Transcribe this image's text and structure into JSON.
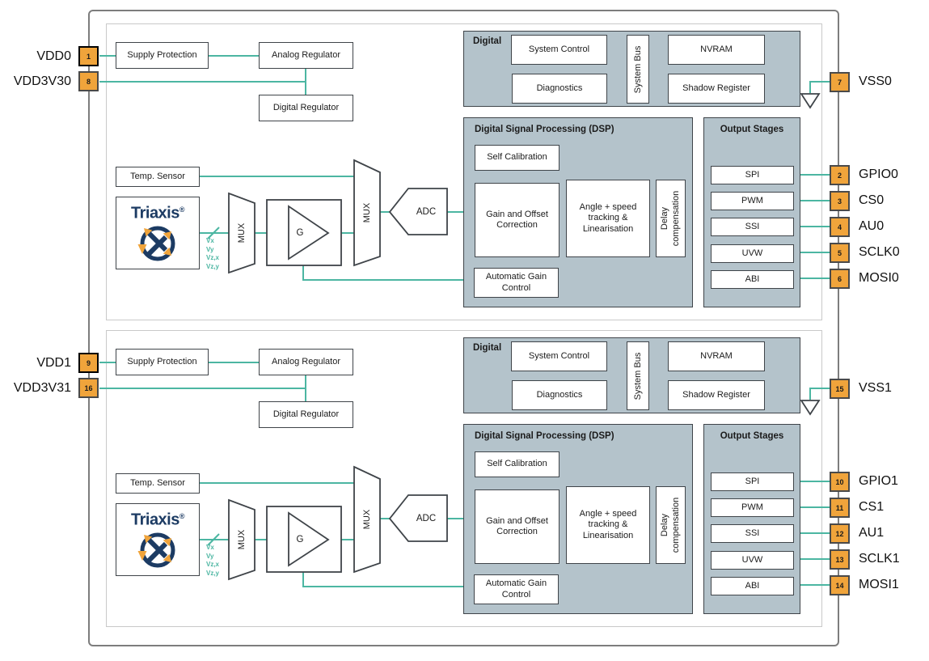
{
  "colors": {
    "wire_teal": "#4cb6a2",
    "pin_orange": "#f0a43b",
    "block_fill": "#b4c3cb",
    "brand_navy": "#1c3b63",
    "border_dark": "#3f4449"
  },
  "dies": [
    {
      "name": "die-0",
      "left_pins": [
        {
          "number": "1",
          "label": "VDD0"
        },
        {
          "number": "8",
          "label": "VDD3V30"
        }
      ],
      "right_pins": [
        {
          "number": "7",
          "label": "VSS0"
        },
        {
          "number": "2",
          "label": "GPIO0"
        },
        {
          "number": "3",
          "label": "CS0"
        },
        {
          "number": "4",
          "label": "AU0"
        },
        {
          "number": "5",
          "label": "SCLK0"
        },
        {
          "number": "6",
          "label": "MOSI0"
        }
      ],
      "blocks": {
        "supply_protection": "Supply Protection",
        "analog_regulator": "Analog Regulator",
        "digital_regulator": "Digital Regulator",
        "temp_sensor": "Temp. Sensor",
        "triaxis": "Triaxis",
        "triaxis_reg": "®",
        "mux_front": "MUX",
        "gain": "G",
        "mux_adc": "MUX",
        "adc": "ADC",
        "digital_title": "Digital",
        "system_control": "System Control",
        "diagnostics": "Diagnostics",
        "system_bus": "System Bus",
        "nvram": "NVRAM",
        "shadow_register": "Shadow Register",
        "dsp_title": "Digital Signal Processing (DSP)",
        "self_calibration": "Self Calibration",
        "gain_offset": "Gain and Offset Correction",
        "angle_tracking": "Angle + speed tracking & Linearisation",
        "delay_line1": "Delay",
        "delay_line2": "compensation",
        "agc": "Automatic Gain Control",
        "output_title": "Output Stages",
        "outputs": [
          "SPI",
          "PWM",
          "SSI",
          "UVW",
          "ABI"
        ],
        "signals": [
          "Vx",
          "Vy",
          "Vz,x",
          "Vz,y"
        ]
      }
    },
    {
      "name": "die-1",
      "left_pins": [
        {
          "number": "9",
          "label": "VDD1"
        },
        {
          "number": "16",
          "label": "VDD3V31"
        }
      ],
      "right_pins": [
        {
          "number": "15",
          "label": "VSS1"
        },
        {
          "number": "10",
          "label": "GPIO1"
        },
        {
          "number": "11",
          "label": "CS1"
        },
        {
          "number": "12",
          "label": "AU1"
        },
        {
          "number": "13",
          "label": "SCLK1"
        },
        {
          "number": "14",
          "label": "MOSI1"
        }
      ],
      "blocks": {
        "supply_protection": "Supply Protection",
        "analog_regulator": "Analog Regulator",
        "digital_regulator": "Digital Regulator",
        "temp_sensor": "Temp. Sensor",
        "triaxis": "Triaxis",
        "triaxis_reg": "®",
        "mux_front": "MUX",
        "gain": "G",
        "mux_adc": "MUX",
        "adc": "ADC",
        "digital_title": "Digital",
        "system_control": "System Control",
        "diagnostics": "Diagnostics",
        "system_bus": "System Bus",
        "nvram": "NVRAM",
        "shadow_register": "Shadow Register",
        "dsp_title": "Digital Signal Processing (DSP)",
        "self_calibration": "Self Calibration",
        "gain_offset": "Gain and Offset Correction",
        "angle_tracking": "Angle + speed tracking & Linearisation",
        "delay_line1": "Delay",
        "delay_line2": "compensation",
        "agc": "Automatic Gain Control",
        "output_title": "Output Stages",
        "outputs": [
          "SPI",
          "PWM",
          "SSI",
          "UVW",
          "ABI"
        ],
        "signals": [
          "Vx",
          "Vy",
          "Vz,x",
          "Vz,y"
        ]
      }
    }
  ]
}
